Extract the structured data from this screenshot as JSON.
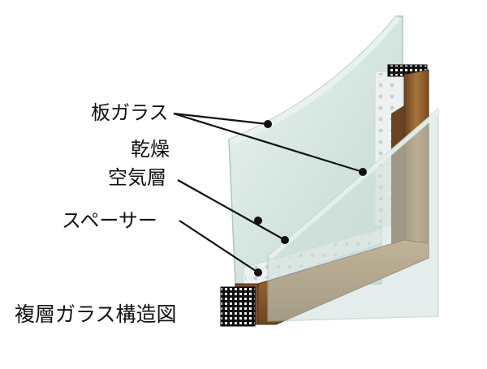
{
  "labels": {
    "sheet_glass": "板ガラス",
    "dry_air_line1": "乾燥",
    "dry_air_line2": "空気層",
    "spacer": "スペーサー",
    "caption": "複層ガラス構造図"
  },
  "colors": {
    "glass_face": "#d6e6e2",
    "glass_edge": "#b8d0cc",
    "frame_wood": "#8a5a2b",
    "frame_wood_dark": "#5e3a18",
    "frame_wood_light": "#b07a40",
    "spacer_face": "#e8ecec",
    "spacer_hole": "#c9d2d2",
    "desiccant": "#1a1a1a",
    "leader": "#111111"
  }
}
